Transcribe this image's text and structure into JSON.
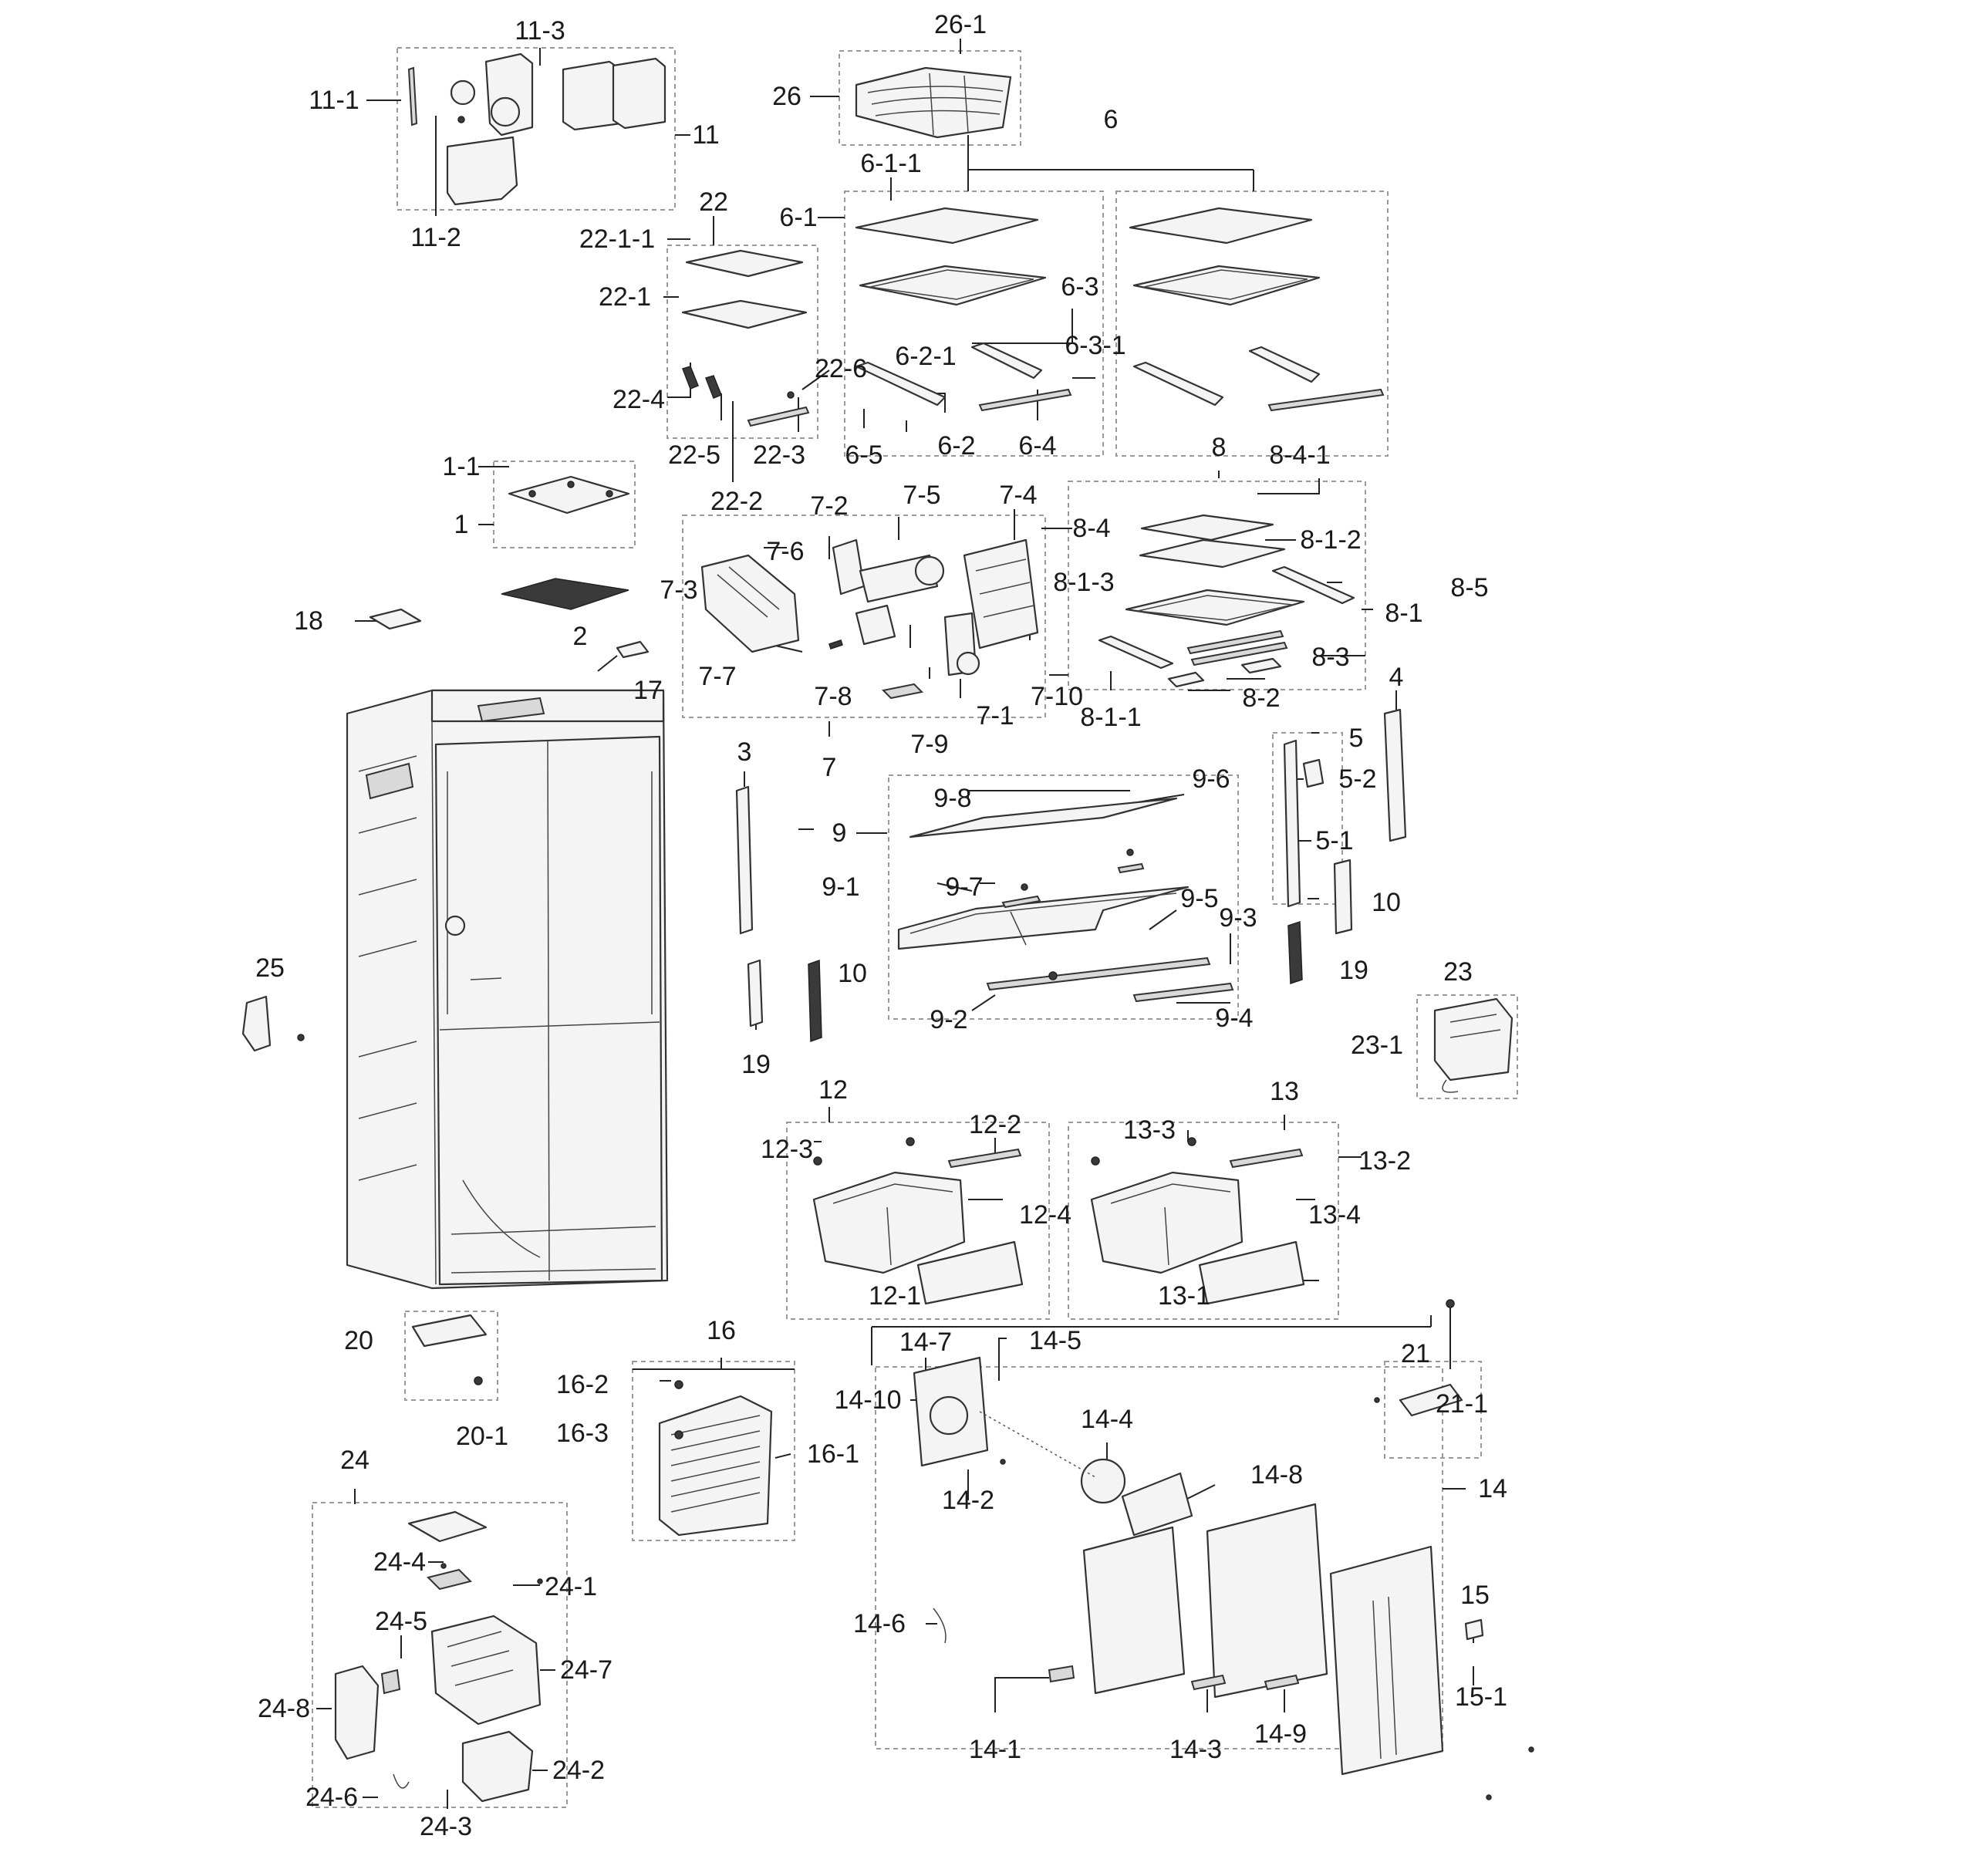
{
  "labels": [
    "11-1",
    "11-3",
    "11",
    "11-2",
    "26-1",
    "26",
    "6",
    "6-1-1",
    "6-1",
    "6-3",
    "6-3-1",
    "6-2-1",
    "6-5",
    "6-2",
    "6-4",
    "22",
    "22-1-1",
    "22-1",
    "22-6",
    "22-4",
    "22-5",
    "22-3",
    "22-2",
    "1-1",
    "1",
    "18",
    "2",
    "17",
    "7-5",
    "7-4",
    "7-2",
    "7-6",
    "7-3",
    "8-1-3",
    "7-7",
    "7-8",
    "7-9",
    "7-1",
    "7-10",
    "7",
    "8",
    "8-4-1",
    "8-4",
    "8-1-2",
    "8-5",
    "8-1",
    "8-3",
    "8-1-1",
    "8-2",
    "4",
    "5",
    "5-2",
    "5-1",
    "10",
    "19",
    "3",
    "10",
    "19",
    "9-8",
    "9-6",
    "9",
    "9-1",
    "9-7",
    "9-5",
    "9-3",
    "9-2",
    "9-4",
    "25",
    "23",
    "23-1",
    "12",
    "12-2",
    "12-3",
    "12-4",
    "12-1",
    "13",
    "13-3",
    "13-2",
    "13-4",
    "13-1",
    "21",
    "21-1",
    "20",
    "20-1",
    "16",
    "16-2",
    "16-3",
    "16-1",
    "14-7",
    "14-5",
    "14-10",
    "14-4",
    "14-8",
    "14-2",
    "14",
    "14-6",
    "15",
    "15-1",
    "14-1",
    "14-3",
    "14-9",
    "24",
    "24-4",
    "24-1",
    "24-5",
    "24-7",
    "24-8",
    "24-2",
    "24-6",
    "24-3"
  ]
}
